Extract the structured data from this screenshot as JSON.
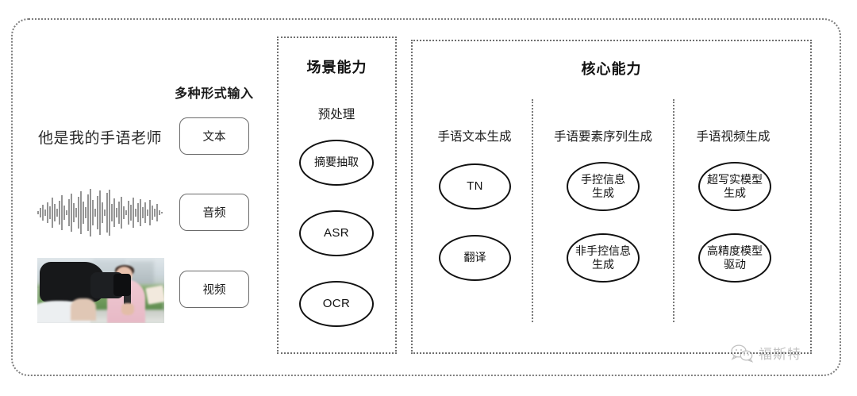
{
  "diagram": {
    "input_section": {
      "heading": "多种形式输入",
      "sample_text": "他是我的手语老师",
      "waveform_icon": "audio-waveform",
      "video_thumbnail_icon": "video-thumbnail",
      "buttons": [
        {
          "label": "文本",
          "name": "text"
        },
        {
          "label": "音频",
          "name": "audio"
        },
        {
          "label": "视频",
          "name": "video"
        }
      ]
    },
    "scene_section": {
      "title": "场景能力",
      "group_label": "预处理",
      "nodes": [
        {
          "label": "摘要抽取",
          "script": "cjk"
        },
        {
          "label": "ASR",
          "script": "latin"
        },
        {
          "label": "OCR",
          "script": "latin"
        }
      ]
    },
    "core_section": {
      "title": "核心能力",
      "columns": [
        {
          "heading": "手语文本生成",
          "nodes": [
            {
              "label": "TN",
              "script": "latin"
            },
            {
              "label": "翻译",
              "script": "cjk"
            }
          ]
        },
        {
          "heading": "手语要素序列生成",
          "nodes": [
            {
              "label": "手控信息\n生成",
              "script": "cjk"
            },
            {
              "label": "非手控信息\n生成",
              "script": "cjk"
            }
          ]
        },
        {
          "heading": "手语视频生成",
          "nodes": [
            {
              "label": "超写实模型\n生成",
              "script": "cjk"
            },
            {
              "label": "高精度模型\n驱动",
              "script": "cjk"
            }
          ]
        }
      ]
    },
    "watermark": {
      "icon": "wechat-icon",
      "text": "福斯特"
    },
    "colors": {
      "border": "#6f6f6f",
      "node_stroke": "#111111",
      "text": "#1b1b1b",
      "background": "#ffffff"
    }
  }
}
